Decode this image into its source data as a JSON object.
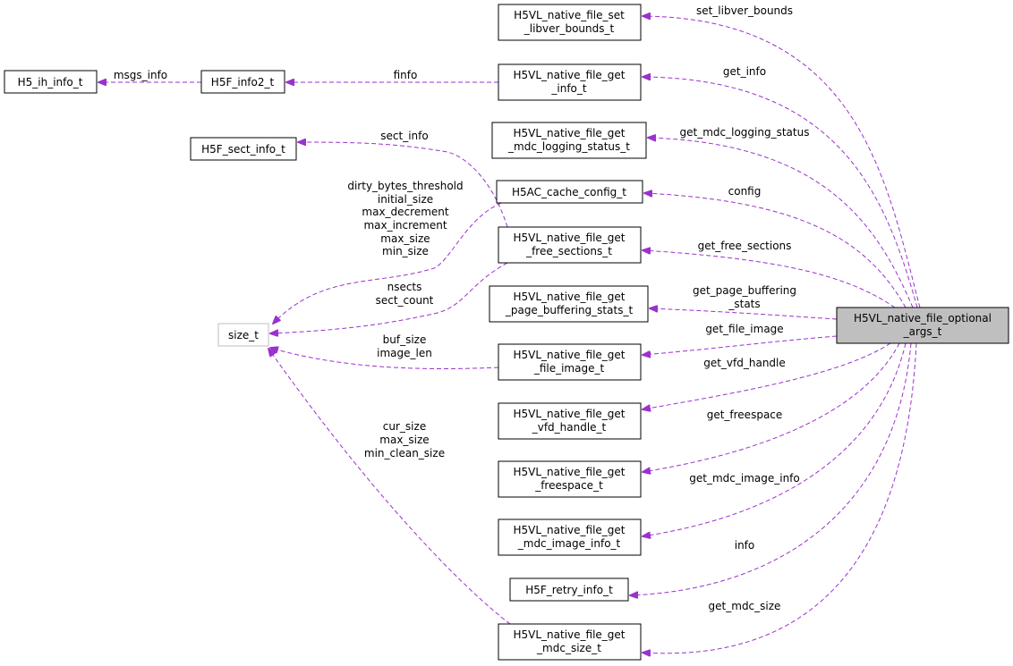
{
  "nodes": {
    "main": [
      "H5VL_native_file_optional",
      "_args_t"
    ],
    "set_libver": [
      "H5VL_native_file_set",
      "_libver_bounds_t"
    ],
    "get_info": [
      "H5VL_native_file_get",
      "_info_t"
    ],
    "mdc_logging": [
      "H5VL_native_file_get",
      "_mdc_logging_status_t"
    ],
    "cache_config": [
      "H5AC_cache_config_t"
    ],
    "free_sections": [
      "H5VL_native_file_get",
      "_free_sections_t"
    ],
    "page_buffering": [
      "H5VL_native_file_get",
      "_page_buffering_stats_t"
    ],
    "file_image": [
      "H5VL_native_file_get",
      "_file_image_t"
    ],
    "vfd_handle": [
      "H5VL_native_file_get",
      "_vfd_handle_t"
    ],
    "freespace": [
      "H5VL_native_file_get",
      "_freespace_t"
    ],
    "mdc_image_info": [
      "H5VL_native_file_get",
      "_mdc_image_info_t"
    ],
    "retry_info": [
      "H5F_retry_info_t"
    ],
    "mdc_size": [
      "H5VL_native_file_get",
      "_mdc_size_t"
    ],
    "ih_info": [
      "H5_ih_info_t"
    ],
    "info2": [
      "H5F_info2_t"
    ],
    "sect_info": [
      "H5F_sect_info_t"
    ],
    "size_t": [
      "size_t"
    ]
  },
  "edge_labels": {
    "set_libver_bounds": [
      "set_libver_bounds"
    ],
    "get_info": [
      "get_info"
    ],
    "get_mdc_logging_status": [
      "get_mdc_logging_status"
    ],
    "config": [
      "config"
    ],
    "get_free_sections": [
      "get_free_sections"
    ],
    "get_page_buffering_stats": [
      "get_page_buffering",
      "_stats"
    ],
    "get_file_image": [
      "get_file_image"
    ],
    "get_vfd_handle": [
      "get_vfd_handle"
    ],
    "get_freespace": [
      "get_freespace"
    ],
    "get_mdc_image_info": [
      "get_mdc_image_info"
    ],
    "info": [
      "info"
    ],
    "get_mdc_size": [
      "get_mdc_size"
    ],
    "msgs_info": [
      "msgs_info"
    ],
    "finfo": [
      "finfo"
    ],
    "sect_info": [
      "sect_info"
    ],
    "cache_sizes": [
      "dirty_bytes_threshold",
      "initial_size",
      "max_decrement",
      "max_increment",
      "max_size",
      "min_size"
    ],
    "sect_counts": [
      "nsects",
      "sect_count"
    ],
    "image_sizes": [
      "buf_size",
      "image_len"
    ],
    "mdc_sizes": [
      "cur_size",
      "max_size",
      "min_clean_size"
    ]
  },
  "colors": {
    "edge": "#9a32cd",
    "main_fill": "#bfbfbf"
  }
}
